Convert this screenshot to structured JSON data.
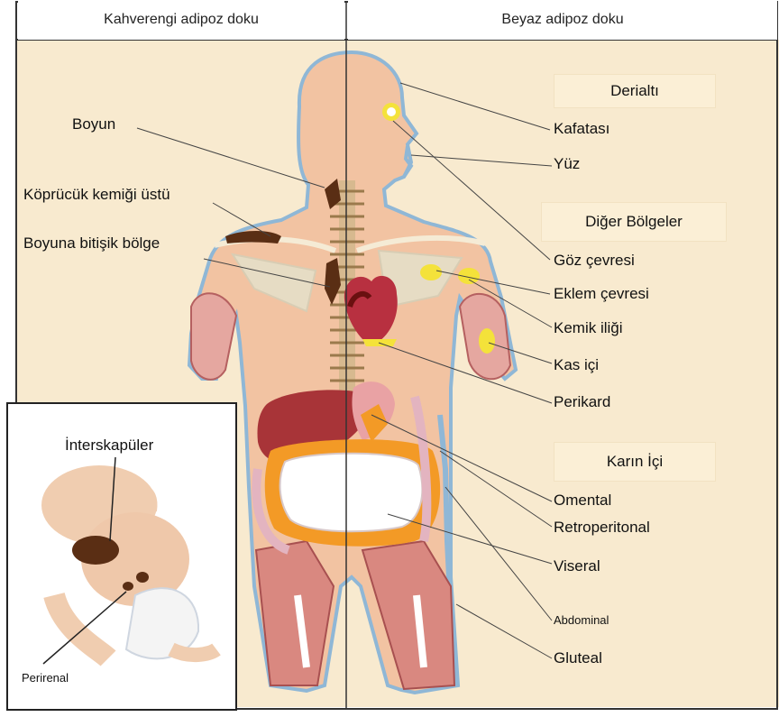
{
  "headers": {
    "left": "Kahverengi adipoz doku",
    "right": "Beyaz adipoz doku"
  },
  "left_labels": {
    "boyun": "Boyun",
    "kopruccuk": "Köprücük kemiği üstü",
    "boyuna": "Boyuna bitişik bölge"
  },
  "right_labels": {
    "kafatasi": "Kafatası",
    "yuz": "Yüz",
    "goz": "Göz çevresi",
    "eklem": "Eklem çevresi",
    "kemik": "Kemik iliği",
    "kas": "Kas içi",
    "perikard": "Perikard",
    "omental": "Omental",
    "retro": "Retroperitonal",
    "viseral": "Viseral",
    "abdominal": "Abdominal",
    "gluteal": "Gluteal"
  },
  "boxes": {
    "derialti": "Derialtı",
    "diger": "Diğer Bölgeler",
    "karin": "Karın İçi"
  },
  "inset": {
    "interskapuler": "İnterskapüler",
    "perirenal": "Perirenal"
  },
  "colors": {
    "background": "#f6e6c6",
    "skin": "#f2c3a2",
    "brown_fat": "#5a2e14",
    "yellow_fat": "#f4e23a",
    "orange_fat": "#f39a26",
    "subcutaneous": "#8fb7d6"
  }
}
